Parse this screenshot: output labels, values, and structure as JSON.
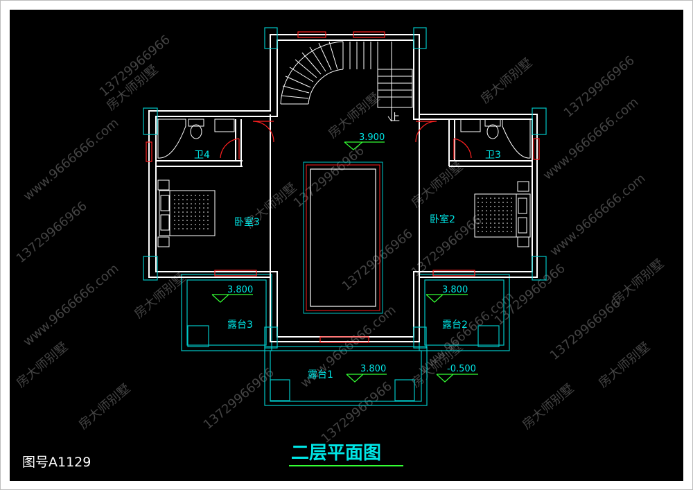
{
  "title": "二层平面图",
  "drawing_number": "图号A1129",
  "rooms": {
    "bath4": "卫4",
    "bath3": "卫3",
    "bedroom3": "卧室3",
    "bedroom2": "卧室2",
    "terrace3": "露台3",
    "terrace2": "露台2",
    "terrace1": "露台1"
  },
  "stair_label": "上",
  "elevations": {
    "hall": "3.900",
    "terrace3": "3.800",
    "terrace2": "3.800",
    "terrace1": "3.800",
    "ground": "-0.500"
  },
  "watermarks": {
    "brand": "房大师别墅",
    "phone": "13729966966",
    "site": "www.9666666.com"
  },
  "colors": {
    "background": "#000000",
    "wall": "#ffffff",
    "annotation": "#00e6e6",
    "window": "#ff2020",
    "elevation_marker": "#33ff33",
    "watermark": "#7a7a7a"
  }
}
